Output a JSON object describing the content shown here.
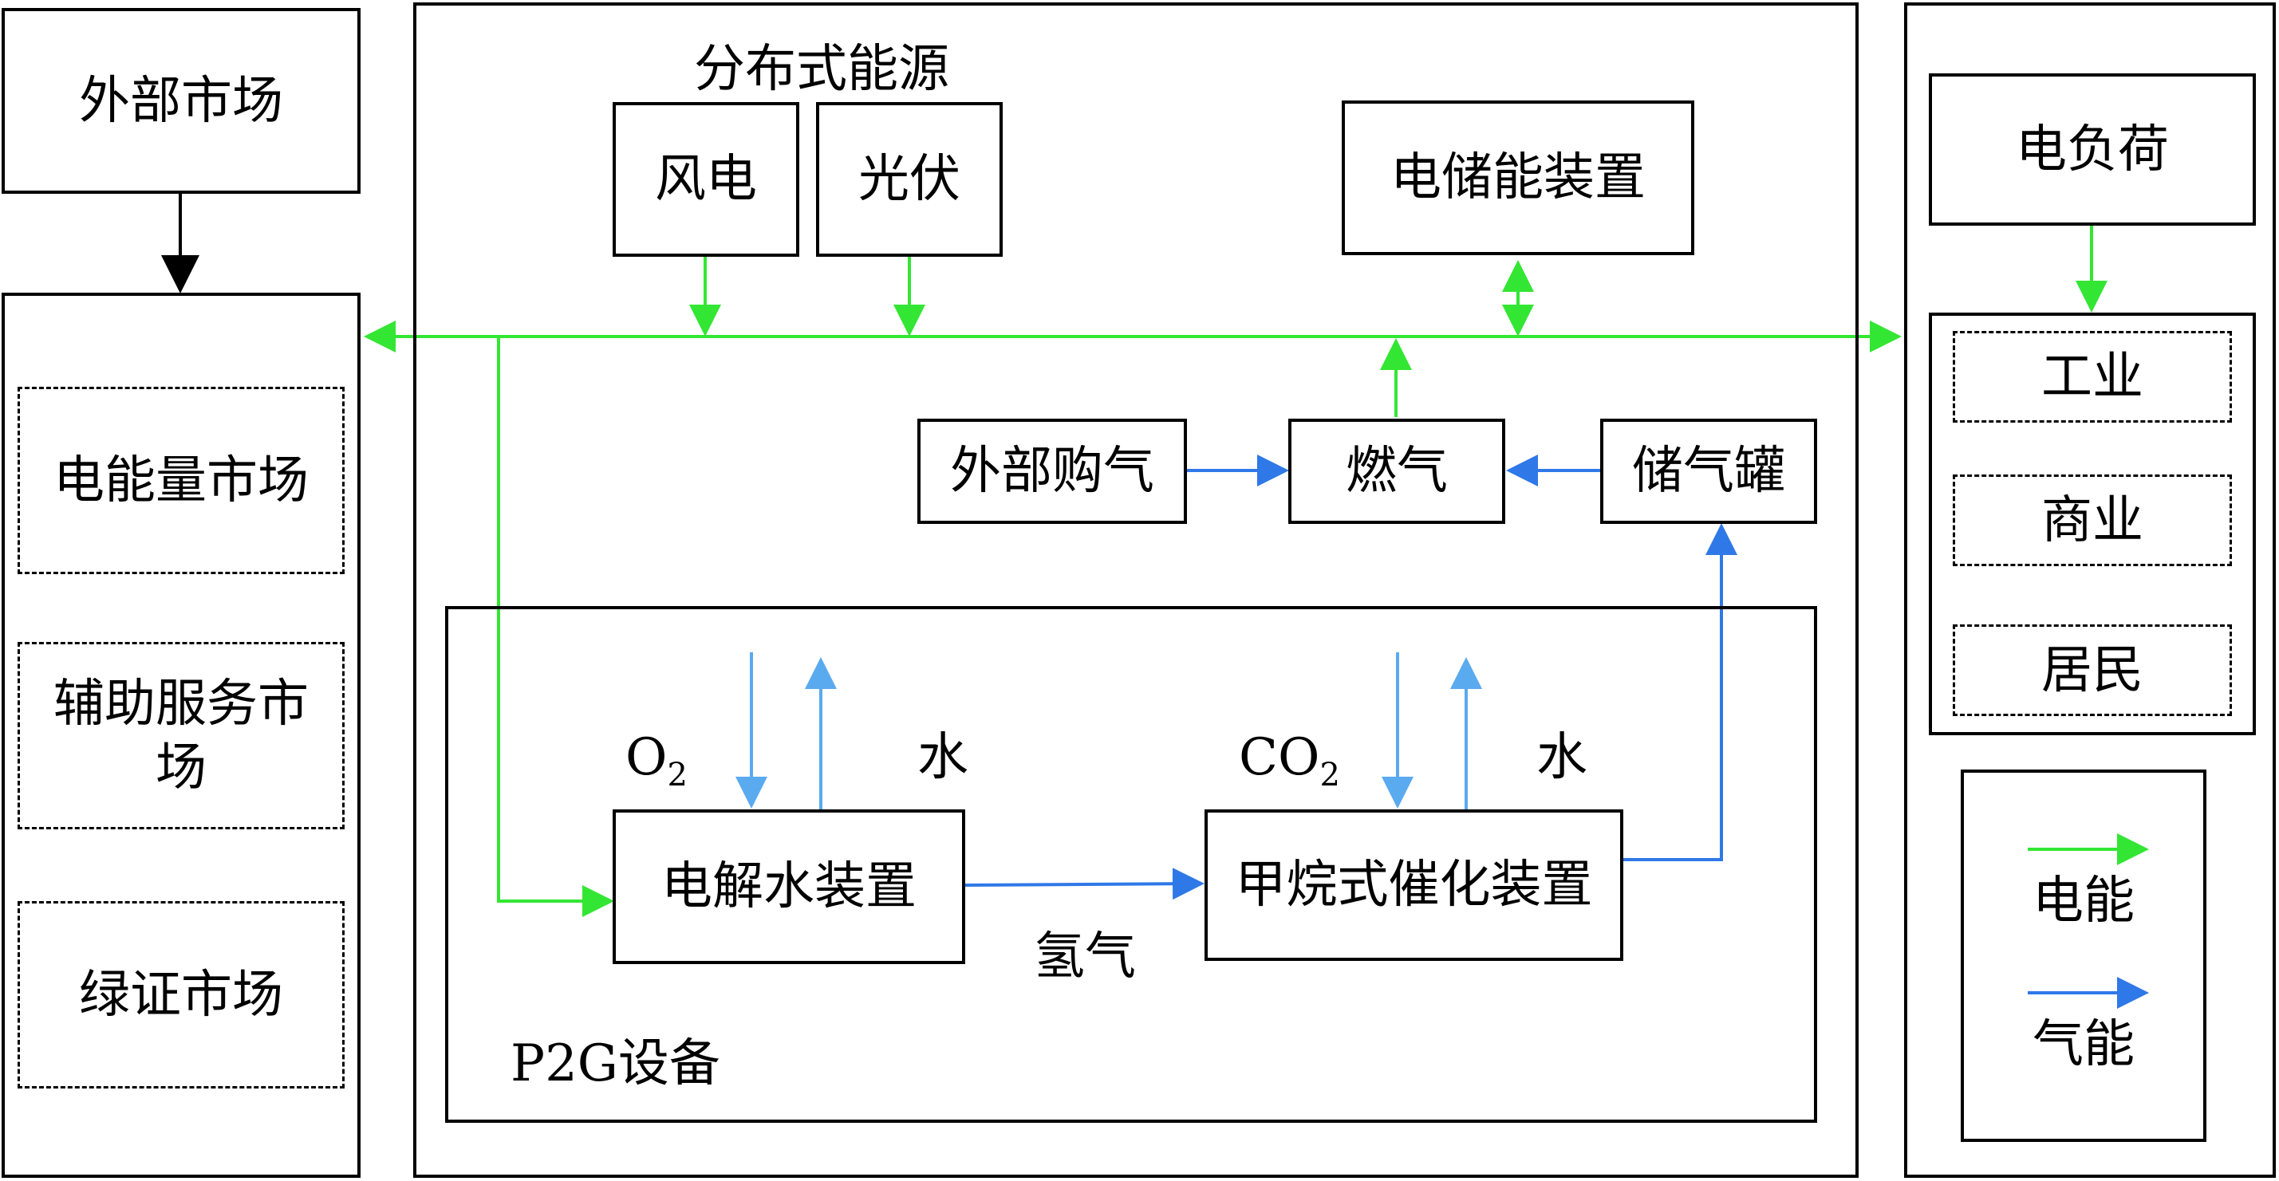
{
  "left": {
    "external_market": "外部市场",
    "markets": {
      "energy": "电能量市场",
      "ancillary": "辅助服务市场",
      "green_cert": "绿证市场"
    }
  },
  "center": {
    "distributed_energy": "分布式能源",
    "wind": "风电",
    "pv": "光伏",
    "storage": "电储能装置",
    "external_gas": "外部购气",
    "gas": "燃气",
    "gas_tank": "储气罐",
    "p2g": {
      "title": "P2G设备",
      "electrolyzer": "电解水装置",
      "methanation": "甲烷式催化装置",
      "o2": "O",
      "o2_sub": "2",
      "water1": "水",
      "co2": "CO",
      "co2_sub": "2",
      "water2": "水",
      "hydrogen": "氢气"
    }
  },
  "right": {
    "load": "电负荷",
    "industry": "工业",
    "commerce": "商业",
    "residential": "居民"
  },
  "legend": {
    "electric": "电能",
    "gas": "气能"
  },
  "colors": {
    "electric": "#33e633",
    "gas": "#2f78e8",
    "gas_light": "#5aaaf0"
  }
}
